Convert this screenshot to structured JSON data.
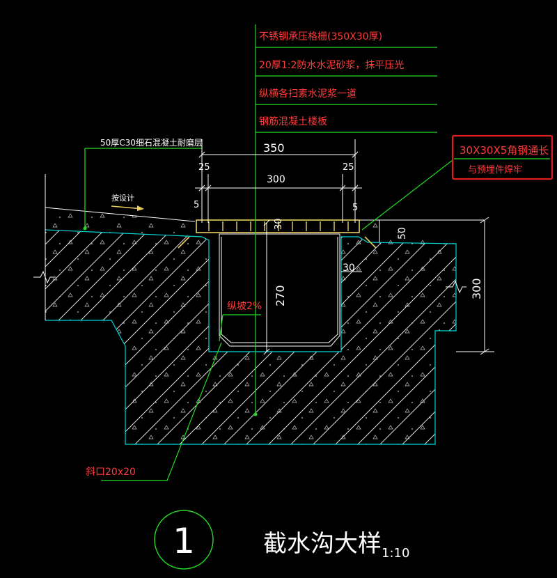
{
  "layers": [
    "不锈钢承压格栅(350X30厚)",
    "20厚1:2防水水泥砂浆，抹平压光",
    "纵横各扫素水泥浆一道",
    "钢筋混凝土楼板"
  ],
  "wear_layer_note": "50厚C30细石混凝土耐磨层",
  "slope_note": "按设计",
  "angle_steel_note": [
    "30X30X5角钢通长",
    "与预埋件焊牢"
  ],
  "long_slope": "纵坡2%",
  "chamfer": "斜口20x20",
  "dims": {
    "top_total": "350",
    "edge_left": "25",
    "edge_right": "25",
    "inner": "300",
    "small_left": "5",
    "small_right": "5",
    "grate_thk": "30",
    "side_50": "50",
    "wall_30": "30",
    "depth_270": "270",
    "right_300": "300"
  },
  "title": {
    "number": "1",
    "text": "截水沟大样",
    "scale": "1:10"
  },
  "colors": {
    "background": "#000000",
    "leader": "#22dd22",
    "text_red": "#ff3b3b",
    "outline": "#00d8d8",
    "dimension": "#ffffff",
    "grate": "#e8d060",
    "highlight_box": "#e02020"
  }
}
